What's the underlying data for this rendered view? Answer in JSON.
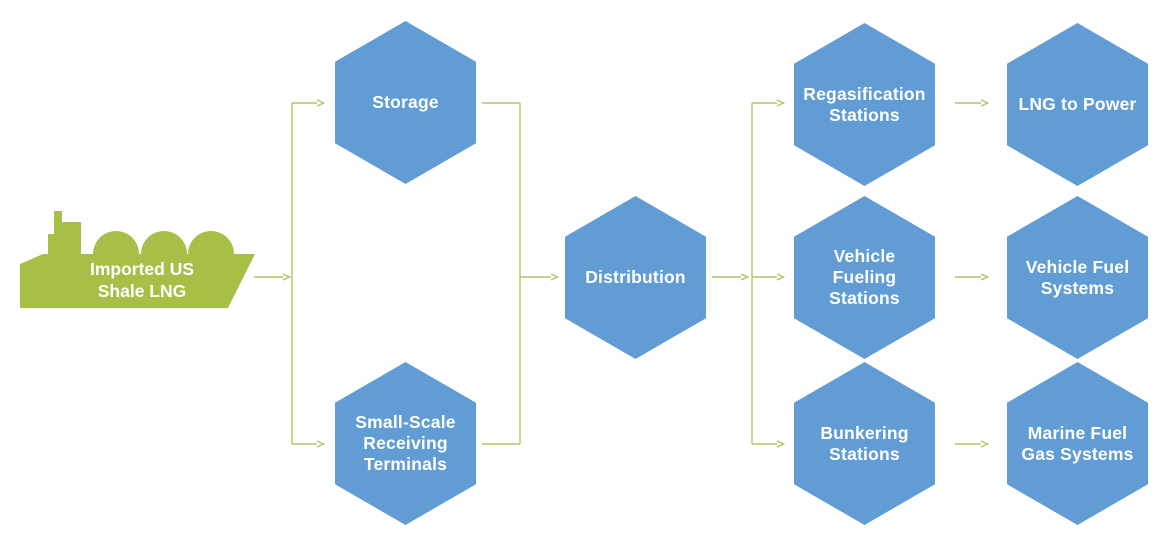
{
  "diagram": {
    "title": "",
    "source": {
      "id": "imported-us-shale-lng",
      "label": "Imported US\nShale LNG"
    },
    "nodes": [
      {
        "id": "storage",
        "label": "Storage"
      },
      {
        "id": "small-scale-receiving-terminals",
        "label": "Small-Scale\nReceiving\nTerminals"
      },
      {
        "id": "distribution",
        "label": "Distribution"
      },
      {
        "id": "regasification-stations",
        "label": "Regasification\nStations"
      },
      {
        "id": "lng-to-power",
        "label": "LNG to Power"
      },
      {
        "id": "vehicle-fueling-stations",
        "label": "Vehicle\nFueling\nStations"
      },
      {
        "id": "vehicle-fuel-systems",
        "label": "Vehicle Fuel\nSystems"
      },
      {
        "id": "bunkering-stations",
        "label": "Bunkering\nStations"
      },
      {
        "id": "marine-fuel-gas-systems",
        "label": "Marine Fuel\nGas Systems"
      }
    ],
    "edges": [
      {
        "from": "imported-us-shale-lng",
        "to": "storage"
      },
      {
        "from": "imported-us-shale-lng",
        "to": "small-scale-receiving-terminals"
      },
      {
        "from": "storage",
        "to": "distribution"
      },
      {
        "from": "small-scale-receiving-terminals",
        "to": "distribution"
      },
      {
        "from": "distribution",
        "to": "regasification-stations"
      },
      {
        "from": "distribution",
        "to": "vehicle-fueling-stations"
      },
      {
        "from": "distribution",
        "to": "bunkering-stations"
      },
      {
        "from": "regasification-stations",
        "to": "lng-to-power"
      },
      {
        "from": "vehicle-fueling-stations",
        "to": "vehicle-fuel-systems"
      },
      {
        "from": "bunkering-stations",
        "to": "marine-fuel-gas-systems"
      }
    ],
    "colors": {
      "hexagon_fill": "#619dd4",
      "ship_fill": "#a6c047",
      "connector_stroke": "#b0c465",
      "label_text": "#ffffff"
    }
  }
}
